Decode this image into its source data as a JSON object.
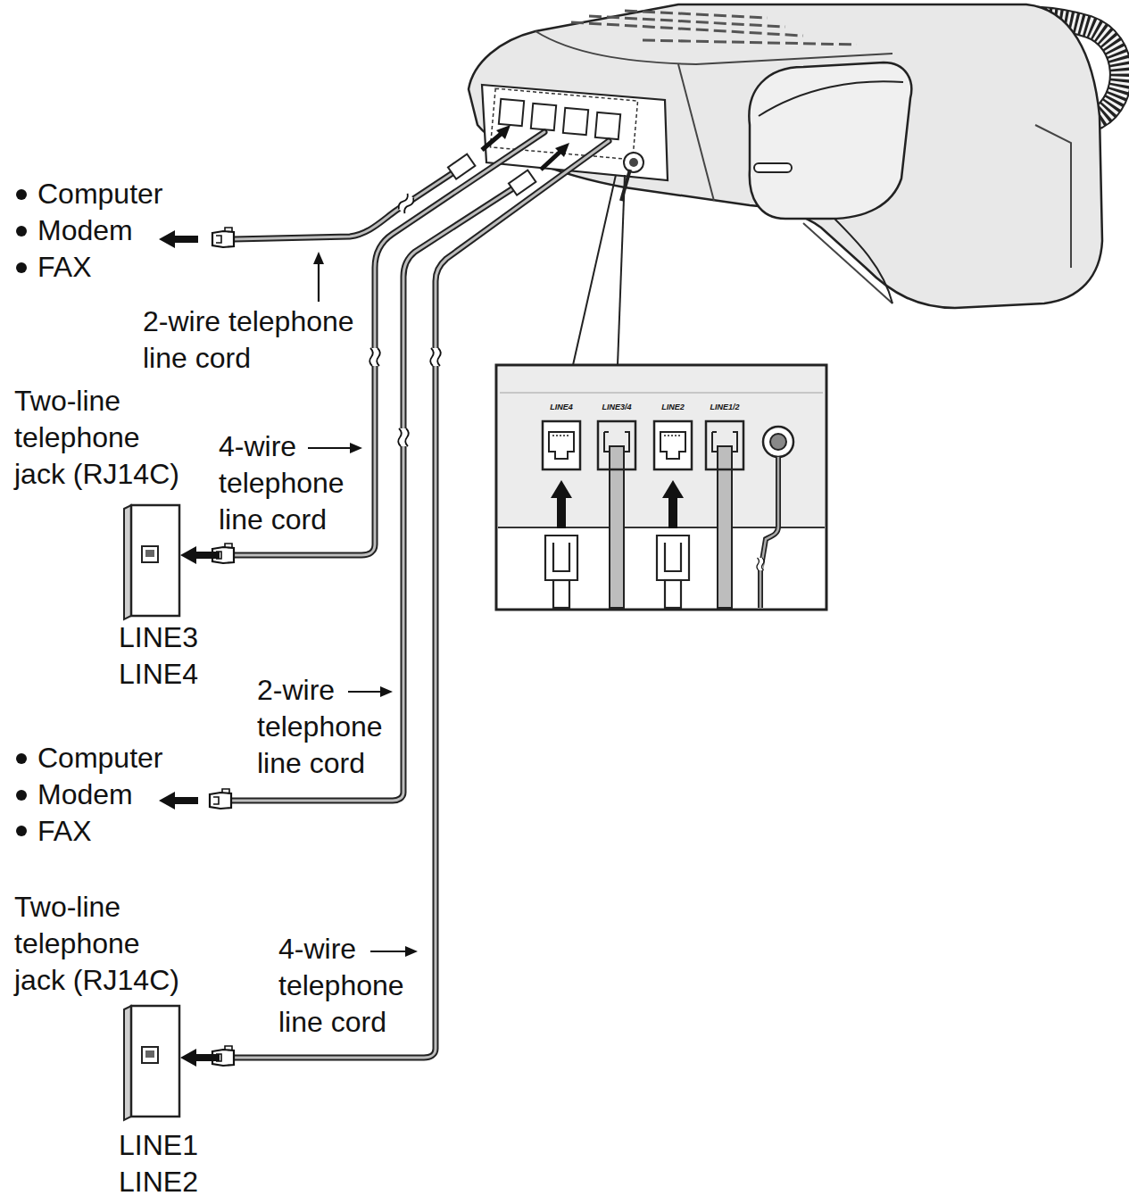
{
  "diagram": {
    "nodes": [
      {
        "text": [
          "Two-line telephone jack (RJ14C)",
          "LINE3 LINE4"
        ]
      },
      {
        "text": [
          "Two-line telephone jack (RJ14C)",
          "LINE1 LINE2"
        ]
      },
      {
        "text": [
          "LINE4"
        ]
      },
      {
        "text": [
          "LINE3/4"
        ]
      },
      {
        "text": [
          "LINE2"
        ]
      },
      {
        "text": [
          "LINE1/2"
        ]
      }
    ],
    "labels": [
      "Computer",
      "Modem",
      "FAX",
      "2-wire telephone line cord",
      "4-wire telephone line cord",
      "2-wire telephone line cord",
      "Computer",
      "Modem",
      "FAX",
      "4-wire telephone line cord"
    ]
  }
}
